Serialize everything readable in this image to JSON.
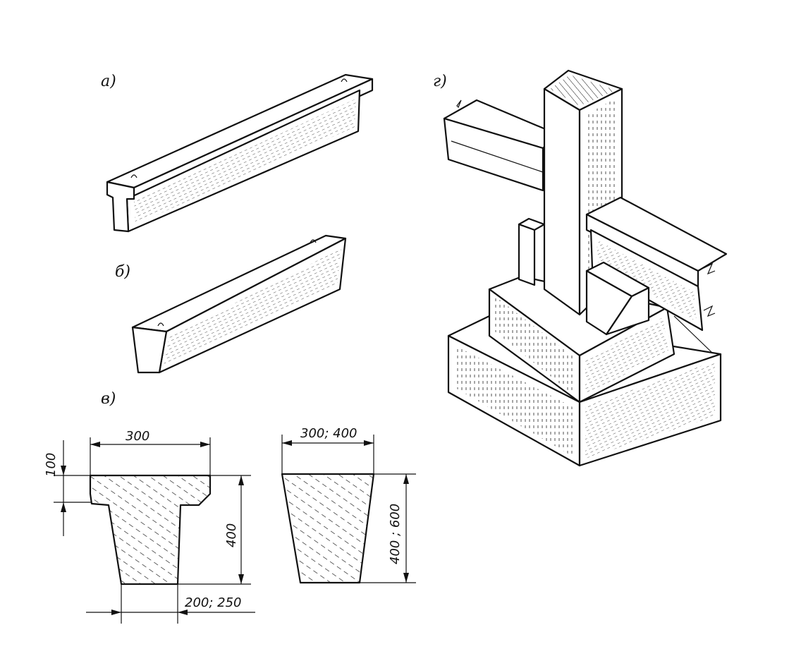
{
  "labels": {
    "a": "а)",
    "b": "б)",
    "v": "в)",
    "g": "г)"
  },
  "dimensions": {
    "t_top_width": "300",
    "t_flange": "100",
    "t_height": "400",
    "t_bottom": "200; 250",
    "trap_top": "300; 400",
    "trap_height": "400 ; 600"
  }
}
